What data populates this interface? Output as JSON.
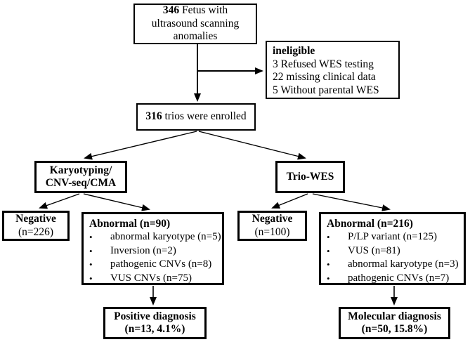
{
  "figure": {
    "background": "#ffffff",
    "line_color": "#000000"
  },
  "glyphs": {
    "bullet": "•"
  },
  "boxes": {
    "fetus": {
      "count": "346",
      "line1_rest": " Fetus with",
      "line2": "ultrasound scanning",
      "line3": "anomalies"
    },
    "ineligible": {
      "title": "ineligible",
      "items": [
        "3 Refused WES testing",
        "22 missing clinical data",
        "5 Without parental WES"
      ]
    },
    "enrolled": {
      "count": "316",
      "rest": " trios were enrolled"
    },
    "karyotyping": {
      "line1": "Karyotyping/",
      "line2": "CNV-seq/CMA"
    },
    "trio_wes": {
      "label": "Trio-WES"
    },
    "negative_left": {
      "line1": "Negative",
      "line2": "(n=226)"
    },
    "abnormal_left": {
      "title": "Abnormal (n=90)",
      "items": [
        "abnormal karyotype (n=5)",
        "Inversion (n=2)",
        "pathogenic CNVs (n=8)",
        "VUS CNVs (n=75)"
      ]
    },
    "negative_right": {
      "line1": "Negative",
      "line2": "(n=100)"
    },
    "abnormal_right": {
      "title": "Abnormal (n=216)",
      "items": [
        "P/LP variant (n=125)",
        "VUS (n=81)",
        "abnormal karyotype (n=3)",
        "pathogenic CNVs (n=7)"
      ]
    },
    "positive_diagnosis": {
      "line1": "Positive diagnosis",
      "line2": "(n=13, 4.1%)"
    },
    "molecular_diagnosis": {
      "line1": "Molecular diagnosis",
      "line2": "(n=50, 15.8%)"
    }
  }
}
